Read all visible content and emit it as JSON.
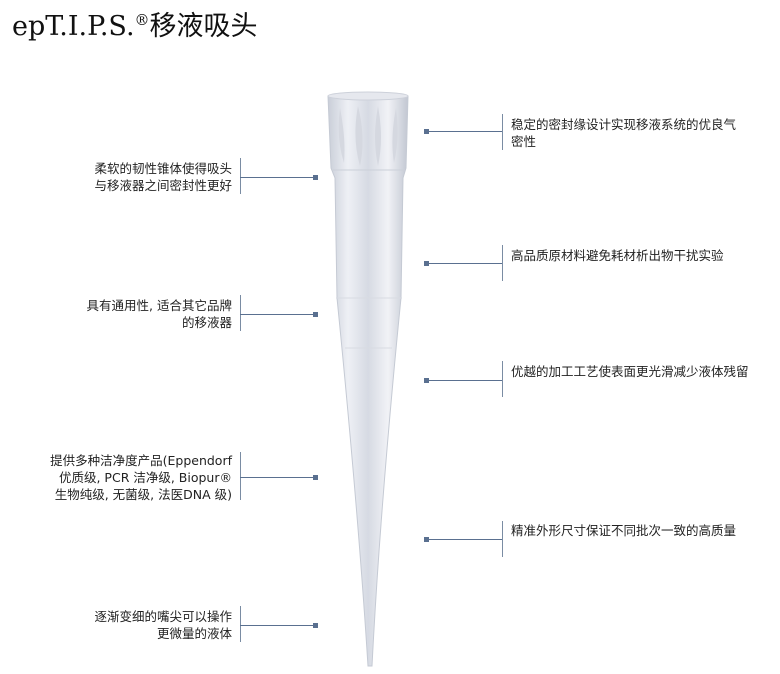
{
  "title": {
    "main": "epT.I.P.S.",
    "reg": "®",
    "suffix": "移液吸头"
  },
  "callouts_left": [
    {
      "lines": [
        "柔软的韧性锥体使得吸头",
        "与移液器之间密封性更好"
      ]
    },
    {
      "lines": [
        "具有通用性, 适合其它品牌",
        "的移液器"
      ]
    },
    {
      "lines": [
        "提供多种洁净度产品(Eppendorf",
        "优质级, PCR 洁净级, Biopur®",
        "生物纯级, 无菌级, 法医DNA 级)"
      ]
    },
    {
      "lines": [
        "逐渐变细的嘴尖可以操作",
        "更微量的液体"
      ]
    }
  ],
  "callouts_right": [
    {
      "lines": [
        "稳定的密封缘设计实现移液系统的优良气",
        "密性"
      ]
    },
    {
      "lines": [
        "高品质原材料避免耗材析出物干扰实验"
      ]
    },
    {
      "lines": [
        "优越的加工工艺使表面更光滑减少液体残留"
      ]
    },
    {
      "lines": [
        "精准外形尺寸保证不同批次一致的高质量"
      ]
    }
  ],
  "colors": {
    "line": "#5a7090"
  }
}
